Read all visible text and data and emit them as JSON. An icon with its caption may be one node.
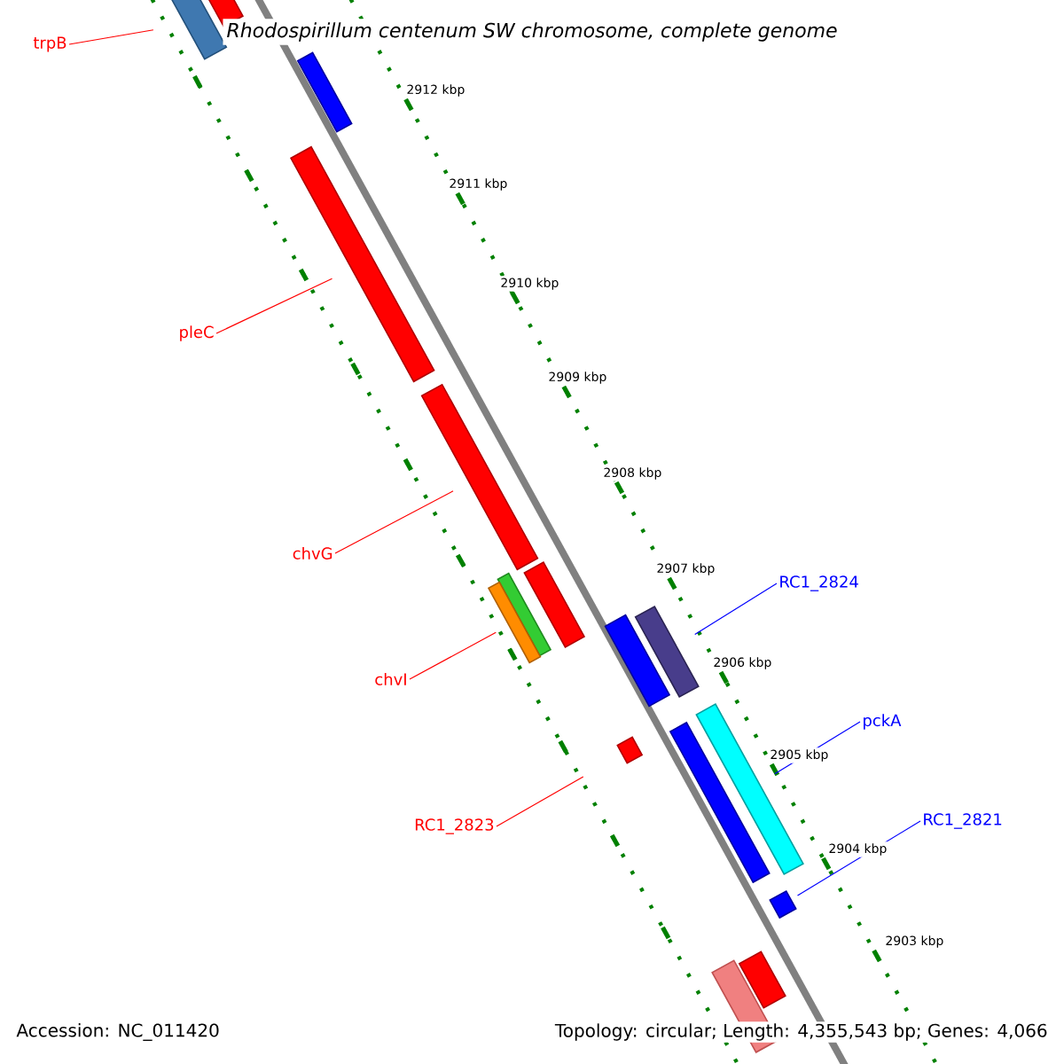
{
  "diagram": {
    "title": "Rhodospirillum centenum SW chromosome, complete genome",
    "nodes": [
      {
        "text": [],
        "shape": "bar"
      },
      {
        "text": [],
        "shape": "bar"
      },
      {
        "text": [],
        "shape": "bar"
      },
      {
        "text": [],
        "shape": "bar"
      },
      {
        "text": [],
        "shape": "bar"
      },
      {
        "text": [],
        "shape": "bar"
      },
      {
        "text": [],
        "shape": "bar"
      },
      {
        "text": [],
        "shape": "bar"
      },
      {
        "text": [],
        "shape": "bar"
      },
      {
        "text": [],
        "shape": "bar"
      },
      {
        "text": [],
        "shape": "bar"
      },
      {
        "text": [],
        "shape": "bar"
      },
      {
        "text": [],
        "shape": "bar"
      },
      {
        "text": [],
        "shape": "bar"
      },
      {
        "text": [],
        "shape": "bar"
      },
      {
        "text": [],
        "shape": "bar"
      },
      {
        "text": [
          "trpB"
        ]
      },
      {
        "text": [
          "pleC"
        ]
      },
      {
        "text": [
          "chvG"
        ]
      },
      {
        "text": [
          "chvI"
        ]
      },
      {
        "text": [
          "RC1_2823"
        ]
      },
      {
        "text": [
          "RC1_2824"
        ]
      },
      {
        "text": [
          "pckA"
        ]
      },
      {
        "text": [
          "RC1_2821"
        ]
      }
    ],
    "edges": [
      {
        "from": 16,
        "to": 0,
        "arrow": "none"
      },
      {
        "from": 17,
        "to": 3,
        "arrow": "none"
      },
      {
        "from": 18,
        "to": 4,
        "arrow": "none"
      },
      {
        "from": 19,
        "to": 7,
        "arrow": "none"
      },
      {
        "from": 20,
        "to": 10,
        "arrow": "none"
      },
      {
        "from": 21,
        "to": 9,
        "arrow": "none",
        "color": "#0000ff"
      },
      {
        "from": 22,
        "to": 12,
        "arrow": "none",
        "color": "#0000ff"
      },
      {
        "from": 23,
        "to": 13,
        "arrow": "none",
        "color": "#0000ff"
      }
    ],
    "labels": [
      "2912 kbp",
      "2911 kbp",
      "2910 kbp",
      "2909 kbp",
      "2908 kbp",
      "2907 kbp",
      "2906 kbp",
      "2905 kbp",
      "2904 kbp",
      "2903 kbp",
      "Accession: NC_011420",
      "Topology: circular; Length: 4,355,543 bp; Genes: 4,066"
    ]
  }
}
